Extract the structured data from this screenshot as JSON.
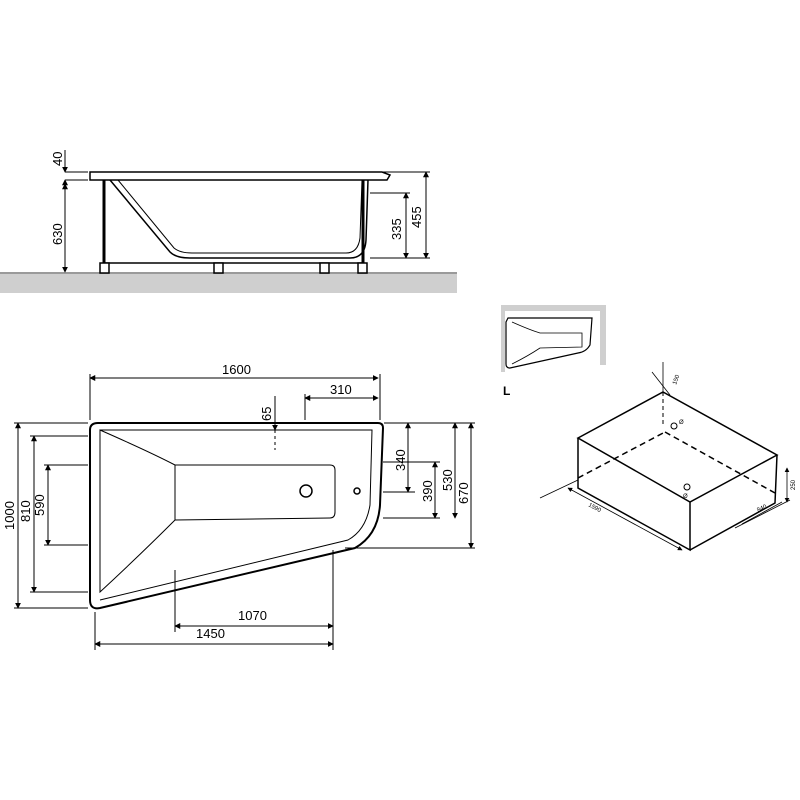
{
  "side_view": {
    "dims": {
      "rim": "40",
      "total_height": "630",
      "inner_depth": "335",
      "outer_depth": "455"
    }
  },
  "top_view": {
    "dims": {
      "total_length": "1600",
      "corner_cut": "310",
      "drain_offset": "65",
      "overflow_offset": "340",
      "inner_width": "390",
      "side_530": "530",
      "side_670": "670",
      "total_width": "1000",
      "width_810": "810",
      "width_590": "590",
      "bottom_1070": "1070",
      "bottom_1450": "1450"
    }
  },
  "variant": {
    "label": "L"
  },
  "box_view": {
    "dims": {
      "d1": "1590",
      "d2": "840",
      "d3": "250",
      "d4": "150",
      "drain_a": "Ø",
      "drain_b": "Ø"
    }
  },
  "colors": {
    "line": "#000000",
    "floor": "#cfcfcf",
    "floor_line": "#9a9a9a"
  }
}
